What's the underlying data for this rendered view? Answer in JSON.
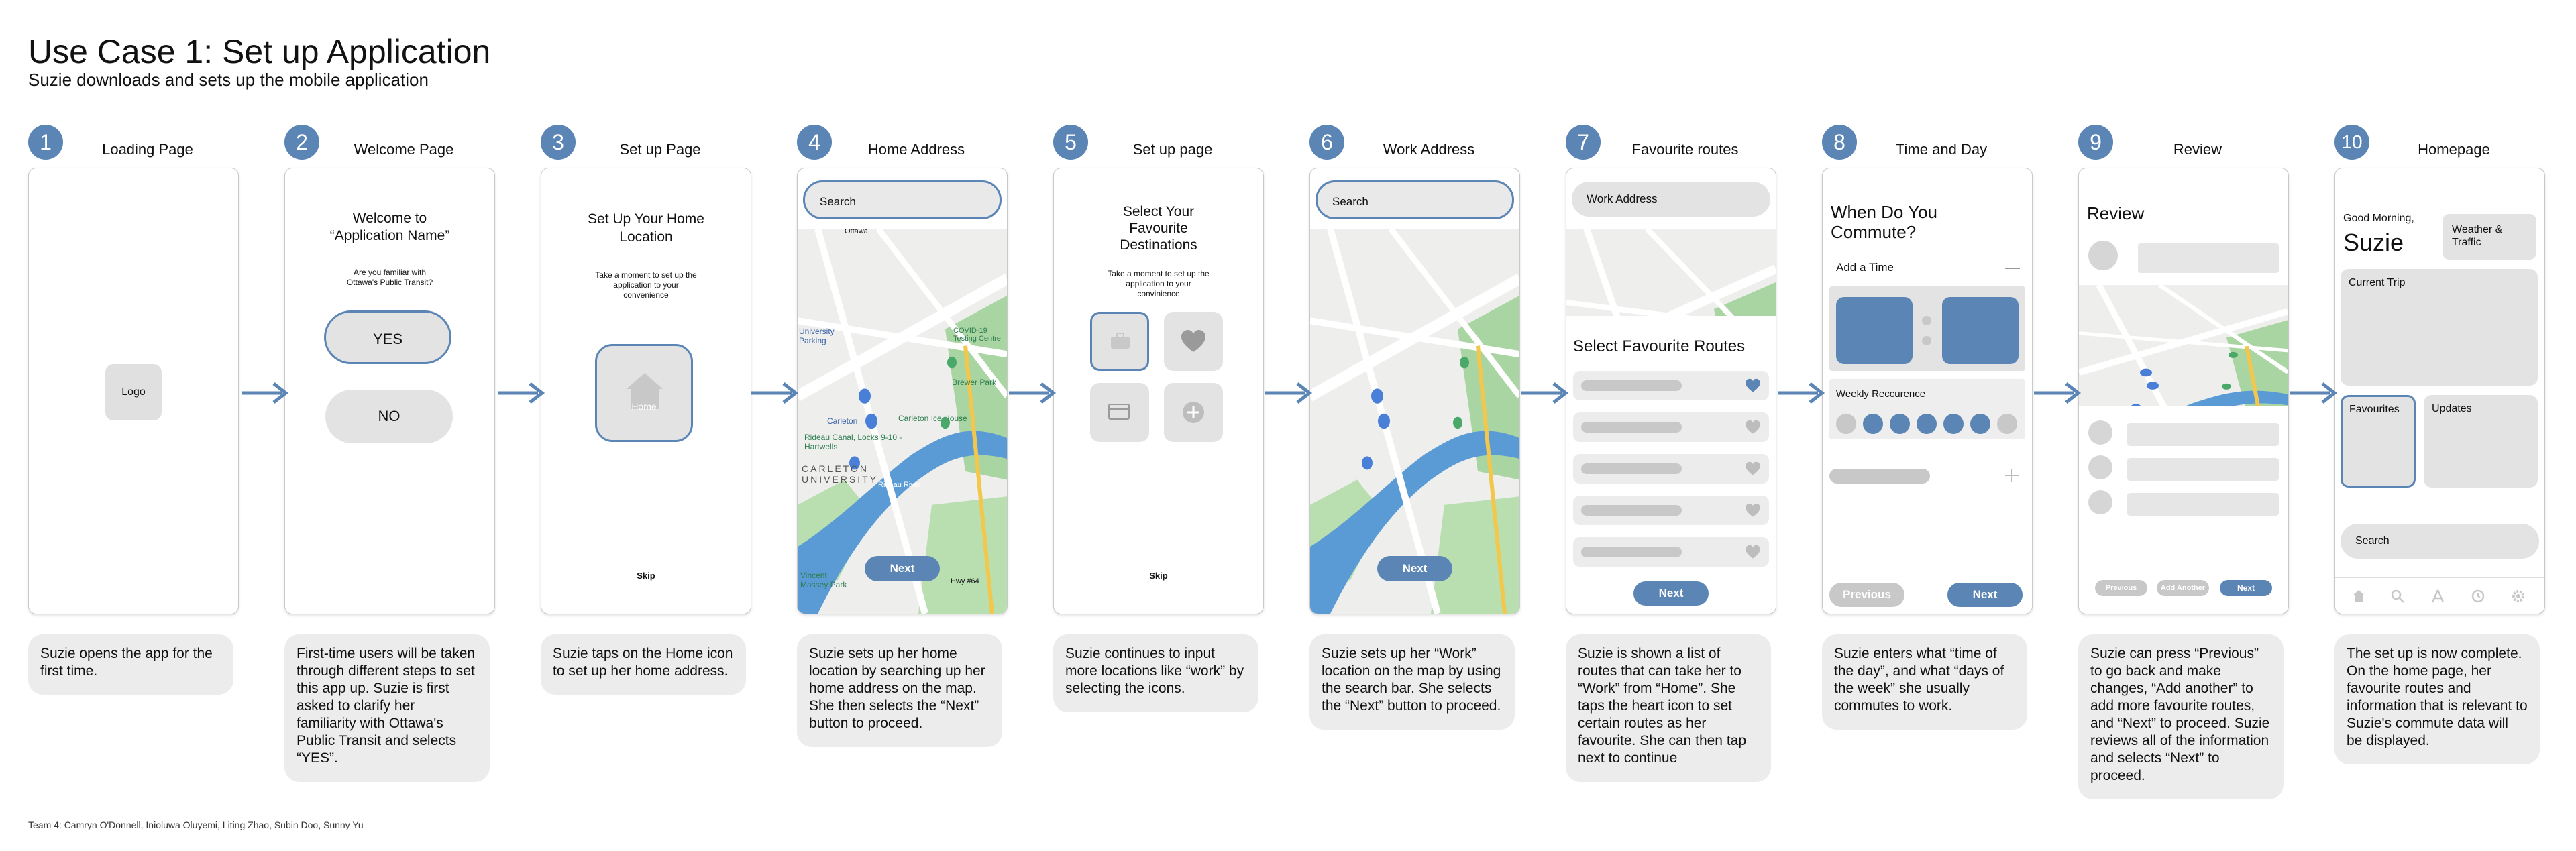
{
  "header": {
    "title": "Use Case 1: Set up Application",
    "subtitle": "Suzie downloads and sets up the mobile application"
  },
  "footer": "Team 4: Camryn O'Donnell, Inioluwa Oluyemi, Liting Zhao, Subin Doo, Sunny Yu",
  "colors": {
    "accent": "#5b85b5",
    "panel": "#ececec",
    "map_green": "#a8d5a2",
    "map_water": "#5b9bd5"
  },
  "steps": [
    {
      "num": "1",
      "title": "Loading Page",
      "desc": "Suzie opens the app for the first time.",
      "screen": {
        "logo": "Logo"
      }
    },
    {
      "num": "2",
      "title": "Welcome Page",
      "desc": "First-time users will be taken through different steps to set this app up. Suzie is first asked to clarify her familiarity with Ottawa's Public Transit and selects “YES”.",
      "screen": {
        "heading": "Welcome to “Application Name”",
        "question": "Are you familiar with Ottawa's Public Transit?",
        "yes": "YES",
        "no": "NO"
      }
    },
    {
      "num": "3",
      "title": "Set up Page",
      "desc": "Suzie taps on the Home icon to set up her home address.",
      "screen": {
        "heading": "Set Up Your Home Location",
        "sub": "Take a moment to set up the application to your convenience",
        "home": "Home",
        "skip": "Skip"
      }
    },
    {
      "num": "4",
      "title": "Home Address",
      "desc": "Suzie sets up her home location by searching up her home address on the map. She then selects the “Next” button to proceed.",
      "screen": {
        "search": "Search",
        "next": "Next",
        "labels": [
          "Ottawa",
          "University Parking",
          "Carleton",
          "COVID-19 Testing Centre",
          "Brewer Park",
          "Carleton Ice House",
          "Rideau Canal, Locks 9-10 - Hartwells",
          "CARLETON UNIVERSITY",
          "Rideau River",
          "Vincent Massey Park",
          "Hwy #64"
        ]
      }
    },
    {
      "num": "5",
      "title": "Set up page",
      "desc": "Suzie continues to input more locations like “work” by selecting the icons.",
      "screen": {
        "heading": "Select Your Favourite Destinations",
        "sub": "Take a moment to set up the application to your convinience",
        "skip": "Skip"
      }
    },
    {
      "num": "6",
      "title": "Work Address",
      "desc": "Suzie sets up her “Work” location on the map by using the search bar. She selects the “Next” button to proceed.",
      "screen": {
        "search": "Search",
        "next": "Next"
      }
    },
    {
      "num": "7",
      "title": "Favourite routes",
      "desc": "Suzie is shown a list of routes that can take her to “Work” from “Home”. She taps the heart icon to set certain routes as her favourite. She can then tap next to continue",
      "screen": {
        "field": "Work Address",
        "heading": "Select Favourite Routes",
        "next": "Next"
      }
    },
    {
      "num": "8",
      "title": "Time and Day",
      "desc": "Suzie enters what “time of the day”, and what “days of the week” she usually commutes to work.",
      "screen": {
        "heading": "When Do You Commute?",
        "add": "Add a Time",
        "weekly": "Weekly Reccurence",
        "prev": "Previous",
        "next": "Next"
      }
    },
    {
      "num": "9",
      "title": "Review",
      "desc": "Suzie can press “Previous” to go back and make changes, “Add another” to add more favourite routes, and “Next” to proceed. Suzie reviews all of the information and selects “Next” to proceed.",
      "screen": {
        "heading": "Review",
        "prev": "Previous",
        "add": "Add Another",
        "next": "Next"
      }
    },
    {
      "num": "10",
      "title": "Homepage",
      "desc": "The set up is now complete. On the home page, her favourite routes and information that is relevant to Suzie's commute data will be displayed.",
      "screen": {
        "greeting": "Good Morning,",
        "name": "Suzie",
        "weather": "Weather & Traffic",
        "current": "Current Trip",
        "favourites": "Favourites",
        "updates": "Updates",
        "search": "Search"
      }
    }
  ]
}
